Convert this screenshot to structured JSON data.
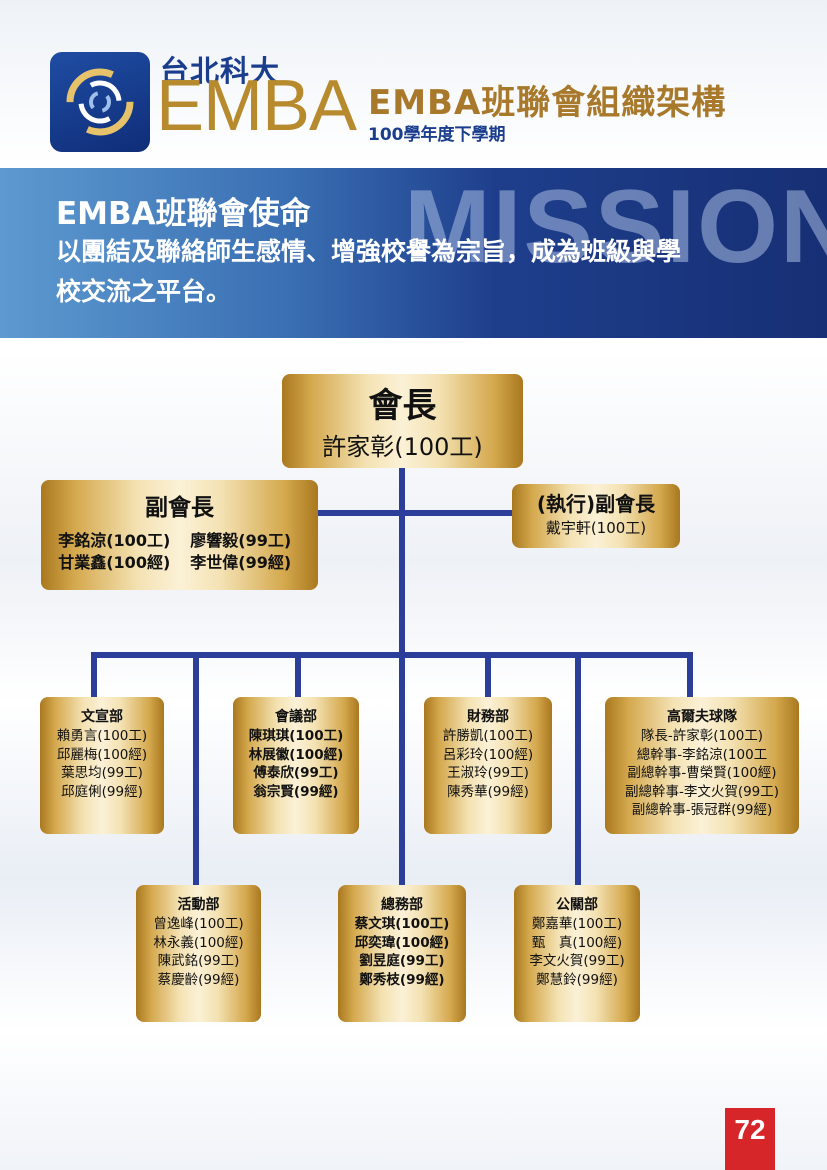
{
  "logo": {
    "text_cn": "台北科大",
    "text_en": "EMBA",
    "icon": "swirl-logo-icon"
  },
  "header": {
    "title": "EMBA班聯會組織架構",
    "subtitle": "100學年度下學期"
  },
  "banner": {
    "watermark": "MISSION",
    "heading": "EMBA班聯會使命",
    "text": "以團結及聯絡師生感情、增強校譽為宗旨，成為班級與學校交流之平台。"
  },
  "president": {
    "title": "會長",
    "name": "許家彰(100工)"
  },
  "vice_president": {
    "title": "副會長",
    "names": [
      "李銘涼(100工)",
      "廖響毅(99工)",
      "甘業鑫(100經)",
      "李世偉(99經)"
    ]
  },
  "exec_vice_president": {
    "title": "(執行)副會長",
    "name": "戴宇軒(100工)"
  },
  "departments": [
    {
      "id": "wenxuan",
      "title": "文宣部",
      "bold": false,
      "members": [
        "賴勇言(100工)",
        "邱麗梅(100經)",
        "葉思均(99工)",
        "邱庭俐(99經)"
      ]
    },
    {
      "id": "huiwu",
      "title": "會議部",
      "bold": true,
      "members": [
        "陳琪琪(100工)",
        "林展徽(100經)",
        "傅泰欣(99工)",
        "翁宗賢(99經)"
      ]
    },
    {
      "id": "caiwu",
      "title": "財務部",
      "bold": false,
      "members": [
        "許勝凱(100工)",
        "呂彩玲(100經)",
        "王淑玲(99工)",
        "陳秀華(99經)"
      ]
    },
    {
      "id": "golf",
      "title": "高爾夫球隊",
      "bold": false,
      "members": [
        "隊長-許家彰(100工)",
        "總幹事-李銘涼(100工",
        "副總幹事-曹榮賢(100經)",
        "副總幹事-李文火賀(99工)",
        "副總幹事-張冠群(99經)"
      ]
    },
    {
      "id": "huodong",
      "title": "活動部",
      "bold": false,
      "members": [
        "曾逸峰(100工)",
        "林永義(100經)",
        "陳武銘(99工)",
        "蔡慶齡(99經)"
      ]
    },
    {
      "id": "zongwu",
      "title": "總務部",
      "bold": true,
      "members": [
        "蔡文琪(100工)",
        "邱奕瑋(100經)",
        "劉昱庭(99工)",
        "鄭秀枝(99經)"
      ]
    },
    {
      "id": "gongguan",
      "title": "公關部",
      "bold": false,
      "members": [
        "鄭嘉華(100工)",
        "甄　真(100經)",
        "李文火賀(99工)",
        "鄭慧鈴(99經)"
      ]
    }
  ],
  "page_number": "72",
  "colors": {
    "navy": "#1b3d8e",
    "gold": "#b88a2e",
    "connector": "#2b3f9a",
    "page_badge": "#d7262a"
  }
}
